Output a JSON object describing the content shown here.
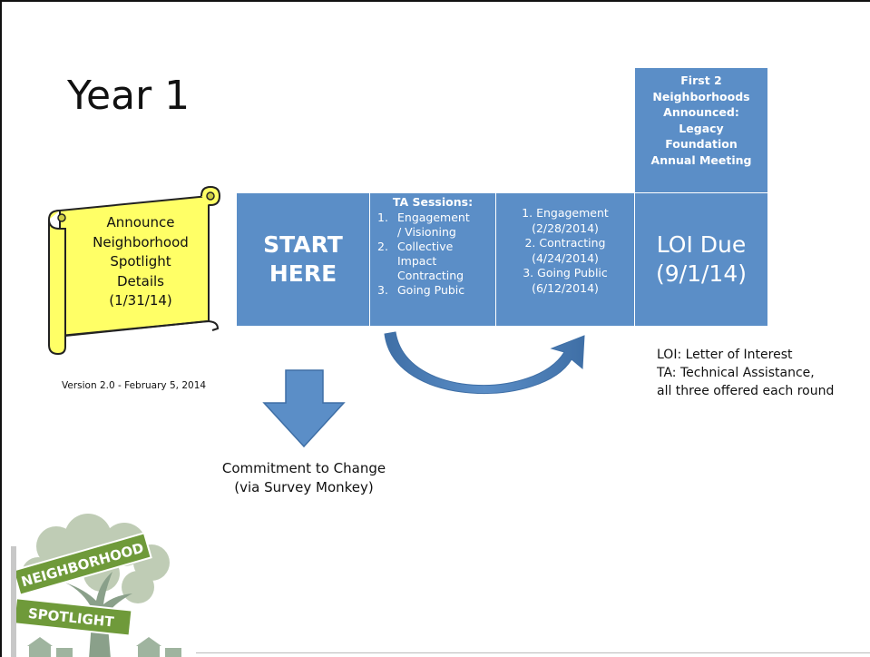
{
  "title": "Year 1",
  "scroll": {
    "text": "Announce\nNeighborhood\nSpotlight\nDetails\n(1/31/14)"
  },
  "boxes": {
    "start": "START\nHERE",
    "ta": {
      "heading": "TA Sessions:",
      "items": [
        {
          "num": "1.",
          "text": "Engagement\n/ Visioning"
        },
        {
          "num": "2.",
          "text": "Collective\nImpact\nContracting"
        },
        {
          "num": "3.",
          "text": "Going Pubic"
        }
      ]
    },
    "dates": "1. Engagement\n(2/28/2014)\n2. Contracting\n(4/24/2014)\n3. Going Public\n(6/12/2014)",
    "loi": "LOI Due\n(9/1/14)",
    "first": "First 2\nNeighborhoods\nAnnounced:\nLegacy\nFoundation\nAnnual Meeting"
  },
  "version": "Version 2.0 - February 5, 2014",
  "legend": "LOI: Letter of Interest\nTA: Technical Assistance,\nall three offered each round",
  "commitment": "Commitment to Change\n(via Survey Monkey)",
  "logo": {
    "top_sign": "NEIGHBORHOOD",
    "bottom_sign": "SPOTLIGHT"
  },
  "colors": {
    "box_blue": "#5b8ec7",
    "scroll_yellow": "#ffff66",
    "sign_green": "#6f9a3a"
  }
}
